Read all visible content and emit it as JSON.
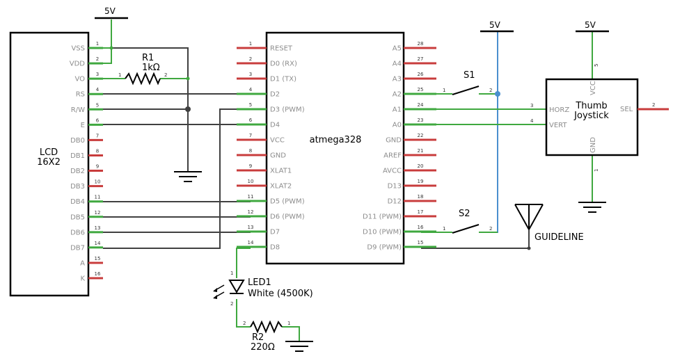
{
  "power": {
    "lcd": "5V",
    "s1": "5V",
    "joy": "5V"
  },
  "lcd": {
    "name": "LCD",
    "subtitle": "16X2",
    "pins": [
      {
        "num": "1",
        "label": "VSS"
      },
      {
        "num": "2",
        "label": "VDD"
      },
      {
        "num": "3",
        "label": "VO"
      },
      {
        "num": "4",
        "label": "RS"
      },
      {
        "num": "5",
        "label": "R/W"
      },
      {
        "num": "6",
        "label": "E"
      },
      {
        "num": "7",
        "label": "DB0"
      },
      {
        "num": "8",
        "label": "DB1"
      },
      {
        "num": "9",
        "label": "DB2"
      },
      {
        "num": "10",
        "label": "DB3"
      },
      {
        "num": "11",
        "label": "DB4"
      },
      {
        "num": "12",
        "label": "DB5"
      },
      {
        "num": "13",
        "label": "DB6"
      },
      {
        "num": "14",
        "label": "DB7"
      },
      {
        "num": "15",
        "label": "A"
      },
      {
        "num": "16",
        "label": "K"
      }
    ]
  },
  "r1": {
    "name": "R1",
    "value": "1kΩ",
    "pin1": "1",
    "pin2": "2"
  },
  "mcu": {
    "name": "atmega328",
    "left_pins": [
      {
        "num": "1",
        "label": "RESET"
      },
      {
        "num": "2",
        "label": "D0 (RX)"
      },
      {
        "num": "3",
        "label": "D1 (TX)"
      },
      {
        "num": "4",
        "label": "D2"
      },
      {
        "num": "5",
        "label": "D3 (PWM)"
      },
      {
        "num": "6",
        "label": "D4"
      },
      {
        "num": "7",
        "label": "VCC"
      },
      {
        "num": "8",
        "label": "GND"
      },
      {
        "num": "9",
        "label": "XLAT1"
      },
      {
        "num": "10",
        "label": "XLAT2"
      },
      {
        "num": "11",
        "label": "D5 (PWM)"
      },
      {
        "num": "12",
        "label": "D6 (PWM)"
      },
      {
        "num": "13",
        "label": "D7"
      },
      {
        "num": "14",
        "label": "D8"
      }
    ],
    "right_pins": [
      {
        "num": "28",
        "label": "A5"
      },
      {
        "num": "27",
        "label": "A4"
      },
      {
        "num": "26",
        "label": "A3"
      },
      {
        "num": "25",
        "label": "A2"
      },
      {
        "num": "24",
        "label": "A1"
      },
      {
        "num": "23",
        "label": "A0"
      },
      {
        "num": "22",
        "label": "GND"
      },
      {
        "num": "21",
        "label": "AREF"
      },
      {
        "num": "20",
        "label": "AVCC"
      },
      {
        "num": "19",
        "label": "D13"
      },
      {
        "num": "18",
        "label": "D12"
      },
      {
        "num": "17",
        "label": "D11 (PWM)"
      },
      {
        "num": "16",
        "label": "D10 (PWM)"
      },
      {
        "num": "15",
        "label": "D9 (PWM)"
      }
    ]
  },
  "s1": {
    "name": "S1",
    "pin1": "1",
    "pin2": "2"
  },
  "s2": {
    "name": "S2",
    "pin1": "1",
    "pin2": "2"
  },
  "joystick": {
    "name": "Thumb",
    "name2": "Joystick",
    "vcc": {
      "label": "VCC",
      "num": "5"
    },
    "gnd": {
      "label": "GND",
      "num": "1"
    },
    "horz": {
      "label": "HORZ",
      "num": "3"
    },
    "vert": {
      "label": "VERT",
      "num": "4"
    },
    "sel": {
      "label": "SEL",
      "num": "2"
    }
  },
  "antenna": {
    "name": "GUIDELINE"
  },
  "led": {
    "name": "LED1",
    "value": "White (4500K)",
    "pin1": "1",
    "pin2": "2"
  },
  "r2": {
    "name": "R2",
    "value": "220Ω",
    "pin1": "2",
    "pin2": "1"
  }
}
